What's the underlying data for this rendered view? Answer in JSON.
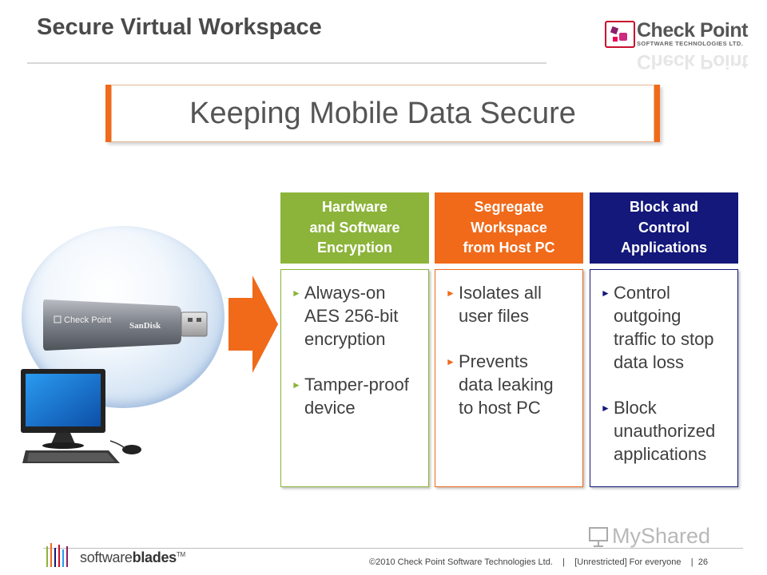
{
  "slide": {
    "title": "Secure Virtual Workspace",
    "banner": "Keeping Mobile Data Secure"
  },
  "logo": {
    "name": "Check Point",
    "subtitle": "SOFTWARE TECHNOLOGIES LTD."
  },
  "columns": [
    {
      "header": [
        "Hardware",
        "and Software",
        "Encryption"
      ],
      "bullets": [
        [
          "Always-on",
          "AES 256-bit",
          "encryption"
        ],
        [
          "Tamper-proof",
          "device"
        ]
      ]
    },
    {
      "header": [
        "Segregate",
        "Workspace",
        "from Host PC"
      ],
      "bullets": [
        [
          "Isolates all",
          "user files"
        ],
        [
          "Prevents",
          "data leaking",
          "to host PC"
        ]
      ]
    },
    {
      "header": [
        "Block and",
        "Control",
        "Applications"
      ],
      "bullets": [
        [
          "Control",
          "outgoing",
          "traffic to stop",
          "data loss"
        ],
        [
          "Block",
          "unauthorized",
          "applications"
        ]
      ]
    }
  ],
  "usb_labels": {
    "brand": "Check Point",
    "maker": "SanDisk"
  },
  "footer": {
    "brand_light": "software",
    "brand_bold": "blades",
    "tm": "TM",
    "copyright": "©2010 Check Point Software Technologies Ltd.",
    "sep1": "|",
    "classification": "[Unrestricted] For everyone",
    "sep2": "|",
    "page": "26"
  },
  "watermark": "MyShared",
  "colors": {
    "green": "#8cb43a",
    "orange": "#f06a1a",
    "navy": "#14187a",
    "title_gray": "#4a4a4a"
  },
  "icons": [
    "usb-drive-icon",
    "computer-icon",
    "arrow-right-icon",
    "bullet-triangle-icon",
    "software-blades-bars-icon"
  ]
}
